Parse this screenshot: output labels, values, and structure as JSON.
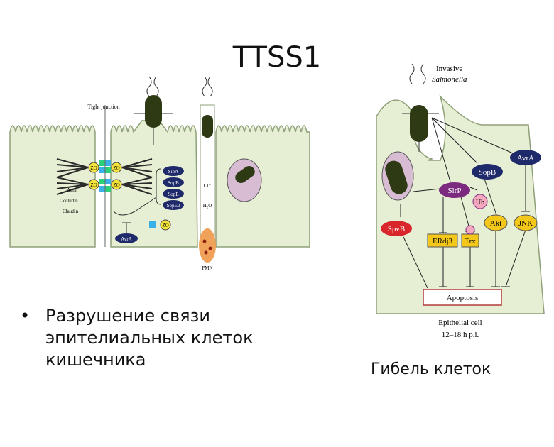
{
  "slide": {
    "title": "TTSS1",
    "bullet": "Разрушение связи эпителиальных клеток кишечника",
    "right_caption": "Гибель клеток"
  },
  "left_figure": {
    "tight_junction": "Tight junction",
    "actin": "Actin",
    "occludin": "Occludin",
    "claudin": "Claudin",
    "zo": "ZO",
    "effectors": [
      "SipA",
      "SopB",
      "SopE",
      "SopE2"
    ],
    "avra": "AvrA",
    "cl": "Cl⁻",
    "h2o": "H₂O",
    "pmn": "PMN"
  },
  "right_figure": {
    "invasive": "Invasive",
    "salmonella": "Salmonella",
    "nodes": {
      "avra": "AvrA",
      "sopb": "SopB",
      "slrp": "SlrP",
      "ub": "Ub",
      "spvb": "SpvB",
      "erdj3": "ERdj3",
      "trx": "Trx",
      "akt": "Akt",
      "jnk": "JNK",
      "apoptosis": "Apoptosis"
    },
    "epithelial": "Epithelial cell",
    "time": "12–18 h p.i."
  },
  "colors": {
    "cell_fill": "#e6efd4",
    "cell_stroke": "#8fa079",
    "navy_node": "#1f2a6b",
    "purple_node": "#7b2a7f",
    "red_node": "#d9262a",
    "yellow_node": "#f3c81b",
    "pink_node": "#f4a9bf",
    "bacterium": "#2e3a14",
    "apoptosis_border": "#b33a3a"
  }
}
